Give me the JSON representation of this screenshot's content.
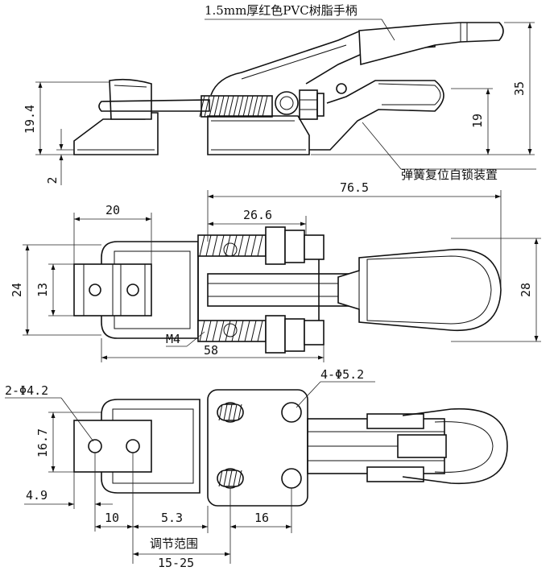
{
  "notes": {
    "handle_note": "1.5mm厚红色PVC树脂手柄",
    "spring_note": "弹簧复位自锁装置",
    "adjust_note": "调节范围"
  },
  "dims": {
    "side_height_19_4": "19.4",
    "side_base_2": "2",
    "side_right_19": "19",
    "side_total_35": "35",
    "top_overall_76_5": "76.5",
    "top_20": "20",
    "top_26_6": "26.6",
    "top_24": "24",
    "top_13": "13",
    "top_28": "28",
    "top_thread_m4": "M4",
    "top_58": "58",
    "bottom_holes_small": "2-Φ4.2",
    "bottom_holes_large": "4-Φ5.2",
    "bottom_16_7": "16.7",
    "bottom_4_9": "4.9",
    "bottom_10": "10",
    "bottom_5_3": "5.3",
    "bottom_16": "16",
    "bottom_range": "15-25"
  }
}
